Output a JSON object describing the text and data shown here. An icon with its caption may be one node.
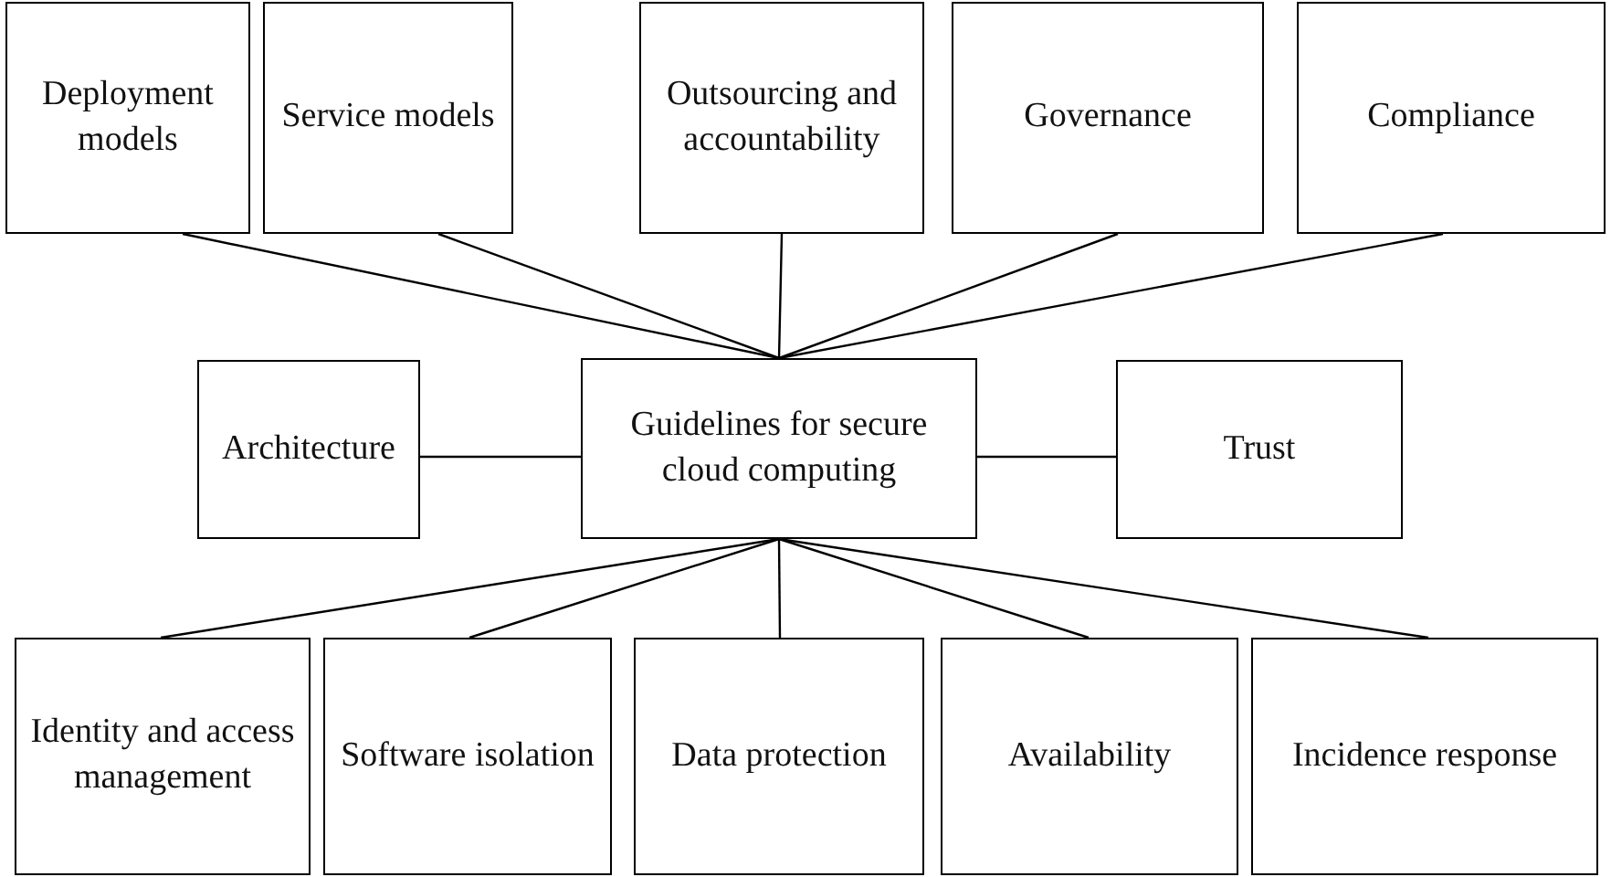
{
  "diagram": {
    "nodes": [
      {
        "text": [
          "Deployment models"
        ]
      },
      {
        "text": [
          "Service models"
        ]
      },
      {
        "text": [
          "Outsourcing and accountability"
        ]
      },
      {
        "text": [
          "Governance"
        ]
      },
      {
        "text": [
          "Compliance"
        ]
      },
      {
        "text": [
          "Architecture"
        ]
      },
      {
        "text": [
          "Guidelines for secure cloud computing"
        ]
      },
      {
        "text": [
          "Trust"
        ]
      },
      {
        "text": [
          "Identity and access management"
        ]
      },
      {
        "text": [
          "Software isolation"
        ]
      },
      {
        "text": [
          "Data protection"
        ]
      },
      {
        "text": [
          "Availability"
        ]
      },
      {
        "text": [
          "Incidence response"
        ]
      }
    ],
    "edges": [
      {
        "from": 0,
        "to": 6,
        "arrow": "none"
      },
      {
        "from": 1,
        "to": 6,
        "arrow": "none"
      },
      {
        "from": 2,
        "to": 6,
        "arrow": "none"
      },
      {
        "from": 3,
        "to": 6,
        "arrow": "none"
      },
      {
        "from": 4,
        "to": 6,
        "arrow": "none"
      },
      {
        "from": 5,
        "to": 6,
        "arrow": "none"
      },
      {
        "from": 6,
        "to": 7,
        "arrow": "none"
      },
      {
        "from": 6,
        "to": 8,
        "arrow": "none"
      },
      {
        "from": 6,
        "to": 9,
        "arrow": "none"
      },
      {
        "from": 6,
        "to": 10,
        "arrow": "none"
      },
      {
        "from": 6,
        "to": 11,
        "arrow": "none"
      },
      {
        "from": 6,
        "to": 12,
        "arrow": "none"
      }
    ]
  }
}
